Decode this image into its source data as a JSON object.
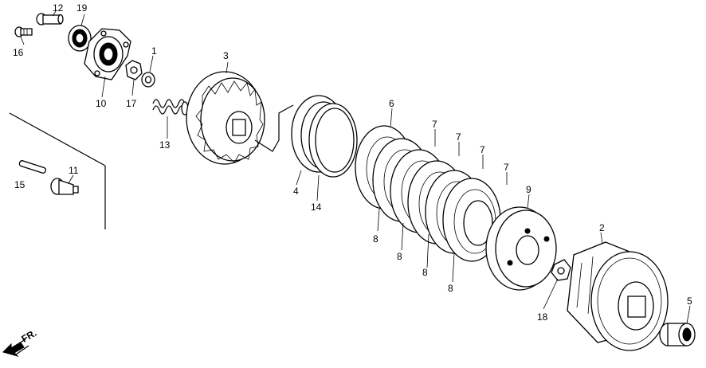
{
  "callouts": {
    "c1": "1",
    "c2": "2",
    "c3": "3",
    "c4": "4",
    "c5": "5",
    "c6": "6",
    "c7a": "7",
    "c7b": "7",
    "c7c": "7",
    "c7d": "7",
    "c8a": "8",
    "c8b": "8",
    "c8c": "8",
    "c8d": "8",
    "c9": "9",
    "c10": "10",
    "c11": "11",
    "c12": "12",
    "c13": "13",
    "c14": "14",
    "c15": "15",
    "c16": "16",
    "c17": "17",
    "c18": "18",
    "c19": "19"
  },
  "direction_label": "FR.",
  "colors": {
    "ink": "#000000",
    "paper": "#ffffff"
  }
}
